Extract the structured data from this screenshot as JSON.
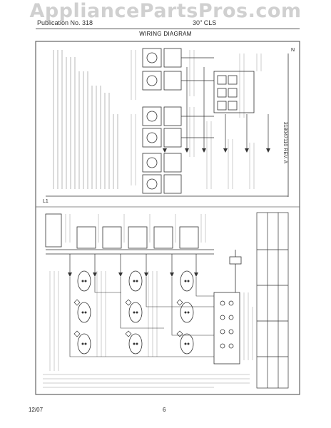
{
  "watermark": "AppliancePartsPros.com",
  "header": {
    "left_title": "Publication No. 318",
    "right_title": "30\" CLS"
  },
  "section_title": "WIRING DIAGRAM",
  "diagram": {
    "rotated_code": "318047110 REV. A",
    "terminal_labels": [
      "L1",
      "N"
    ]
  },
  "footer": {
    "date": "12/07",
    "page_number": "6"
  }
}
